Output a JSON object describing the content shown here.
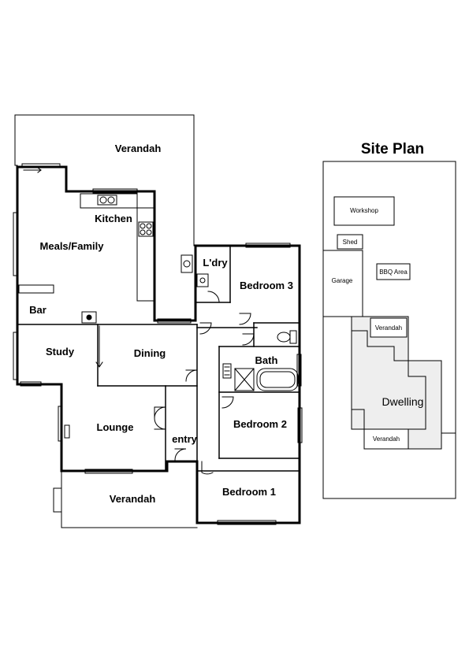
{
  "floor_plan": {
    "rooms": {
      "verandah_rear": "Verandah",
      "kitchen": "Kitchen",
      "meals_family": "Meals/Family",
      "laundry": "L'dry",
      "bedroom3": "Bedroom 3",
      "bar": "Bar",
      "study": "Study",
      "dining": "Dining",
      "bath": "Bath",
      "bedroom2": "Bedroom 2",
      "lounge": "Lounge",
      "entry": "entry",
      "verandah_front": "Verandah",
      "bedroom1": "Bedroom 1"
    }
  },
  "site_plan": {
    "title": "Site Plan",
    "labels": {
      "workshop": "Workshop",
      "shed": "Shed",
      "garage": "Garage",
      "bbq": "BBQ Area",
      "verandah_top": "Verandah",
      "dwelling": "Dwelling",
      "verandah_bottom": "Verandah"
    }
  }
}
